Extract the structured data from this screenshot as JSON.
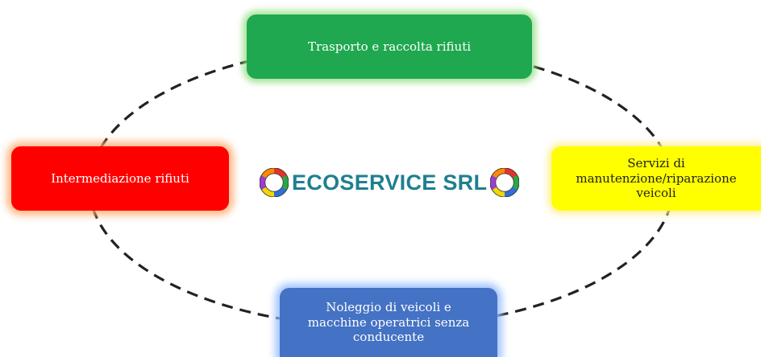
{
  "title": "ECOSERVICE SRL",
  "brand_color": "#1f7f8f",
  "nodes": {
    "top": "Trasporto e raccolta rifiuti",
    "left": "Intermediazione rifiuti",
    "right": "Servizi di\nmanutenzione/riparazione\nveicoli",
    "bottom": "Noleggio di veicoli e\nmacchine operatrici senza\nconducente"
  },
  "node_colors": {
    "top": "#1fa84f",
    "left": "#ff0000",
    "right": "#ffff00",
    "bottom": "#4472c4"
  },
  "logo_icon": "recycle-circle-icon"
}
